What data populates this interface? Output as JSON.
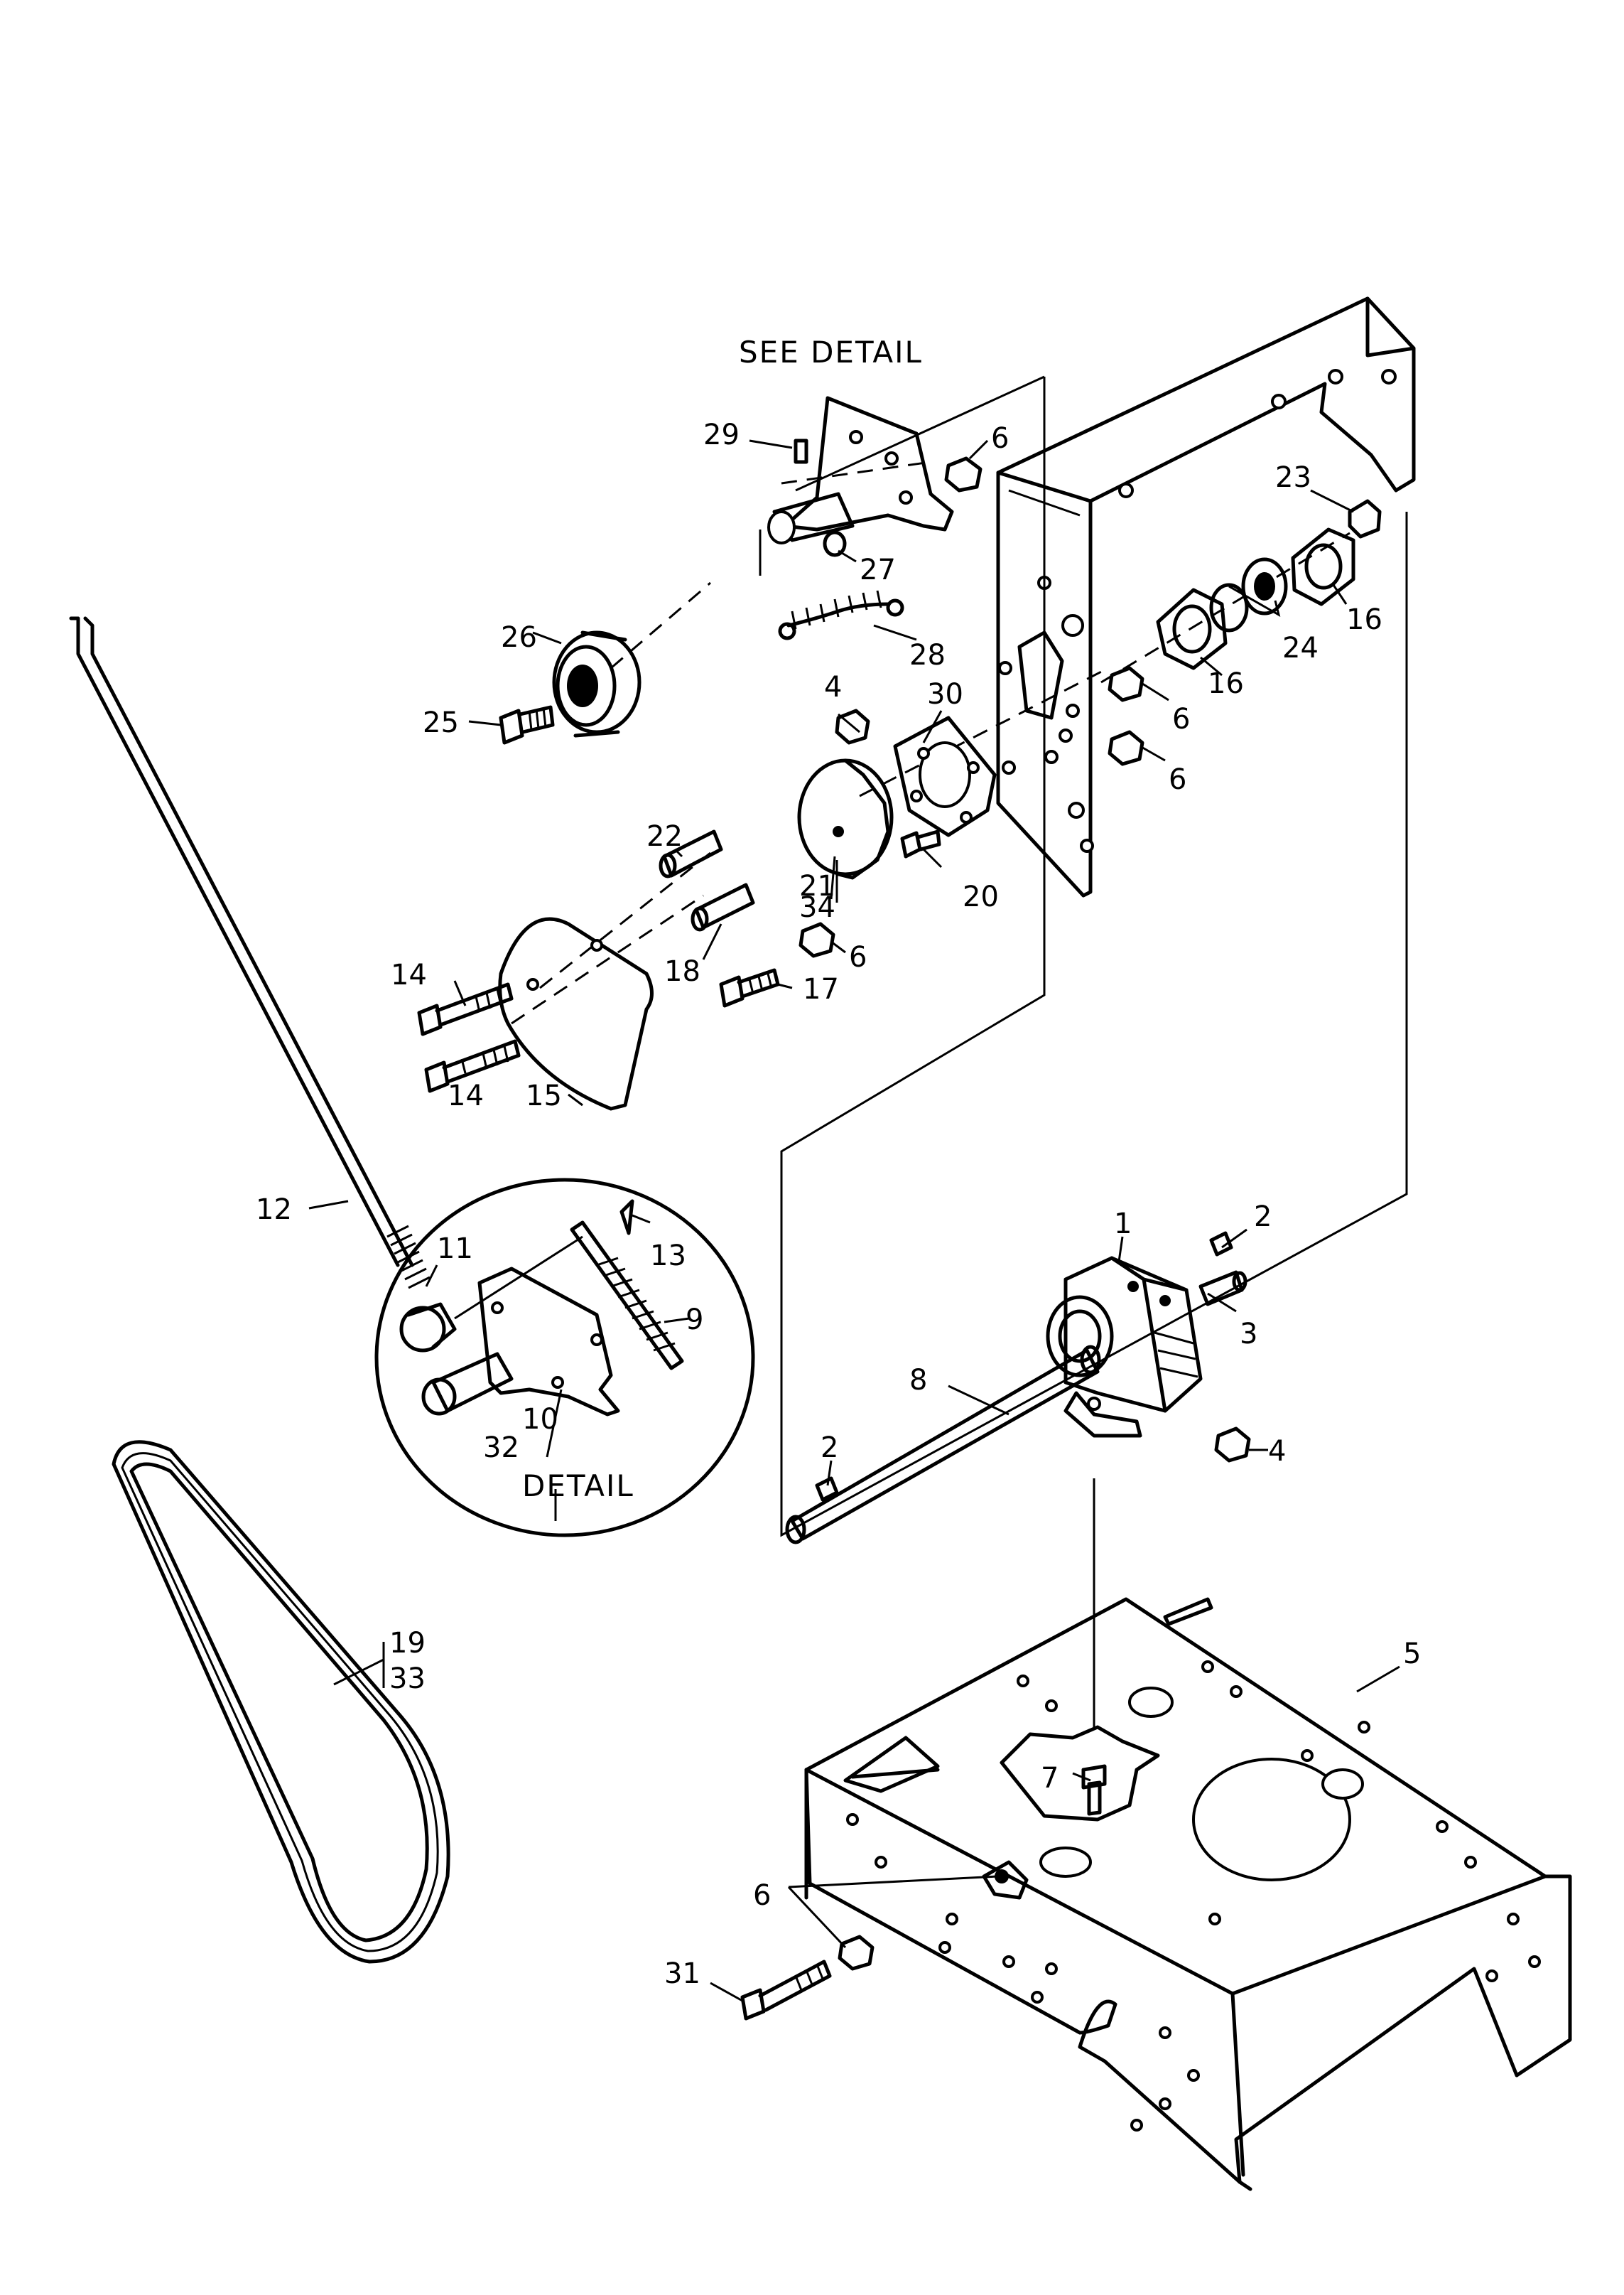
{
  "captions": {
    "see_detail": "SEE DETAIL",
    "detail": "DETAIL"
  },
  "callouts": [
    {
      "id": "c1",
      "text": "1"
    },
    {
      "id": "c2a",
      "text": "2"
    },
    {
      "id": "c2b",
      "text": "2"
    },
    {
      "id": "c3",
      "text": "3"
    },
    {
      "id": "c4a",
      "text": "4"
    },
    {
      "id": "c4b",
      "text": "4"
    },
    {
      "id": "c5",
      "text": "5"
    },
    {
      "id": "c6a",
      "text": "6"
    },
    {
      "id": "c6b",
      "text": "6"
    },
    {
      "id": "c6c",
      "text": "6"
    },
    {
      "id": "c6d",
      "text": "6"
    },
    {
      "id": "c6e",
      "text": "6"
    },
    {
      "id": "c7",
      "text": "7"
    },
    {
      "id": "c8",
      "text": "8"
    },
    {
      "id": "c9",
      "text": "9"
    },
    {
      "id": "c10",
      "text": "10"
    },
    {
      "id": "c11",
      "text": "11"
    },
    {
      "id": "c12",
      "text": "12"
    },
    {
      "id": "c13",
      "text": "13"
    },
    {
      "id": "c14a",
      "text": "14"
    },
    {
      "id": "c14b",
      "text": "14"
    },
    {
      "id": "c15",
      "text": "15"
    },
    {
      "id": "c16a",
      "text": "16"
    },
    {
      "id": "c16b",
      "text": "16"
    },
    {
      "id": "c17",
      "text": "17"
    },
    {
      "id": "c18",
      "text": "18"
    },
    {
      "id": "c19",
      "text": "19"
    },
    {
      "id": "c20",
      "text": "20"
    },
    {
      "id": "c21",
      "text": "21"
    },
    {
      "id": "c22",
      "text": "22"
    },
    {
      "id": "c23",
      "text": "23"
    },
    {
      "id": "c24",
      "text": "24"
    },
    {
      "id": "c25",
      "text": "25"
    },
    {
      "id": "c26",
      "text": "26"
    },
    {
      "id": "c27",
      "text": "27"
    },
    {
      "id": "c28",
      "text": "28"
    },
    {
      "id": "c29",
      "text": "29"
    },
    {
      "id": "c30",
      "text": "30"
    },
    {
      "id": "c31",
      "text": "31"
    },
    {
      "id": "c32",
      "text": "32"
    },
    {
      "id": "c33",
      "text": "33"
    },
    {
      "id": "c34",
      "text": "34"
    }
  ]
}
